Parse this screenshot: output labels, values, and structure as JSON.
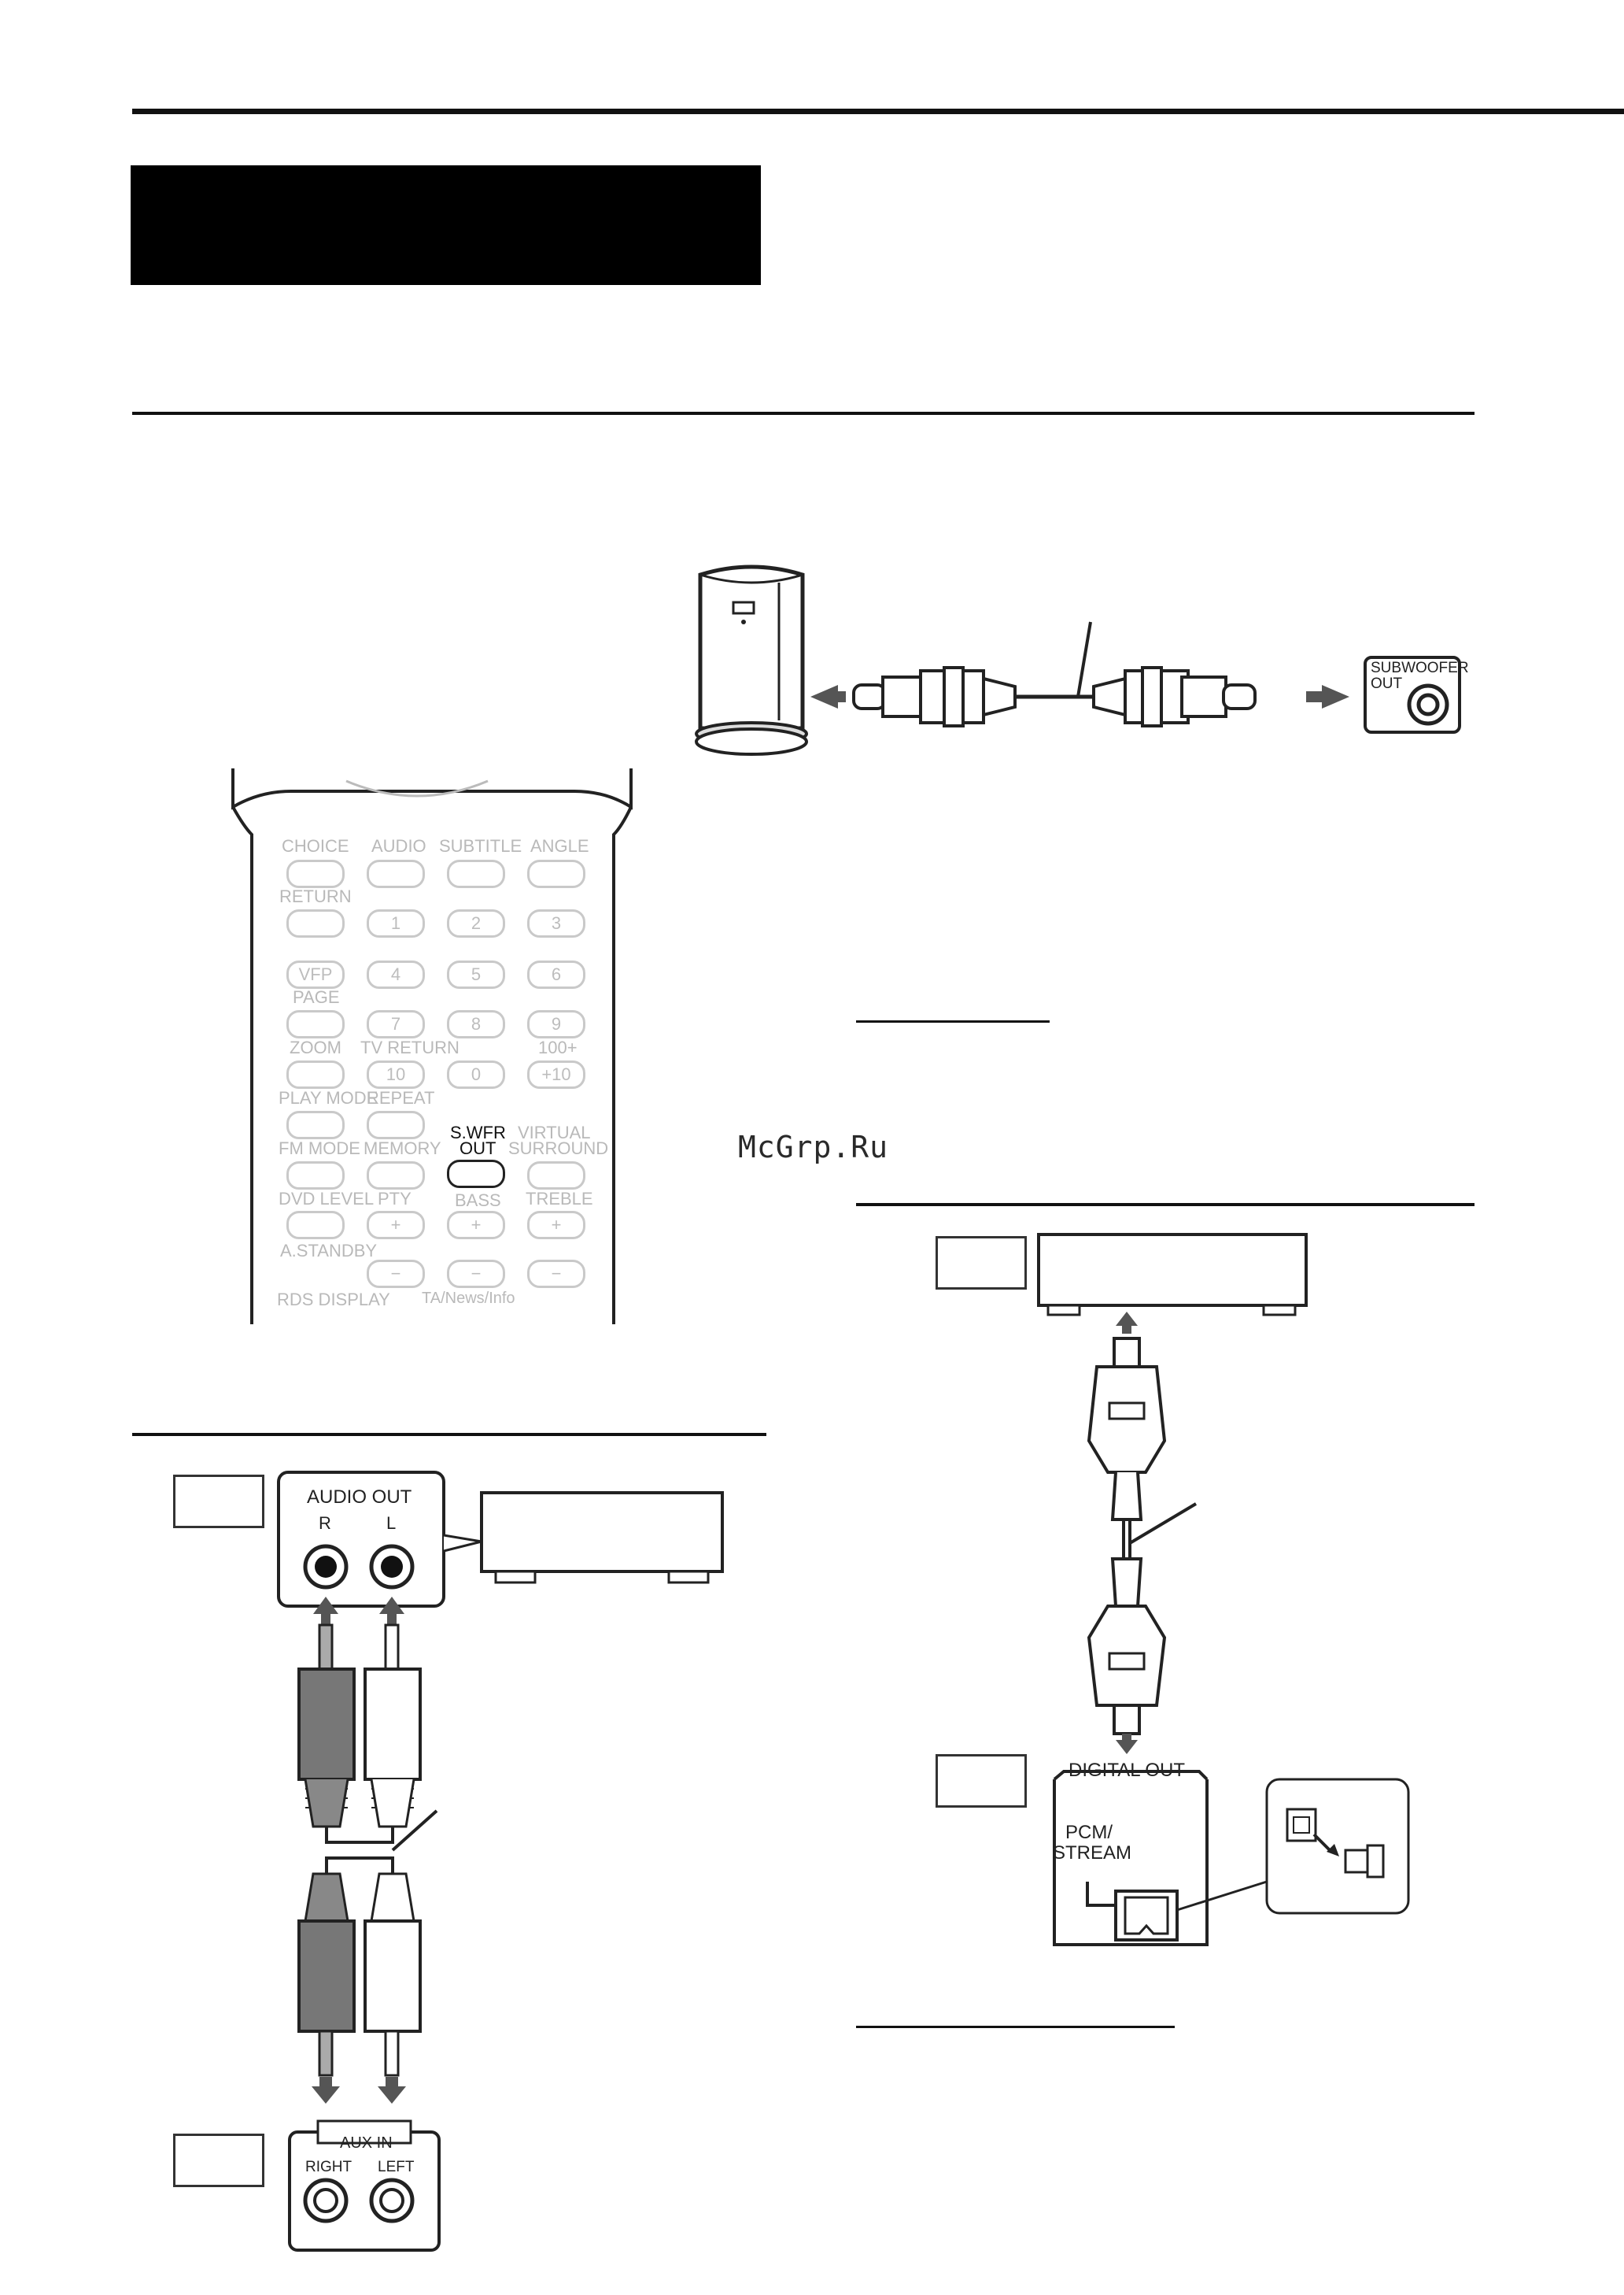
{
  "watermark": "McGrp.Ru",
  "subwoofer_diagram": {
    "jack_label_line1": "SUBWOOFER",
    "jack_label_line2": "OUT"
  },
  "remote": {
    "labels": {
      "choice": "CHOICE",
      "audio": "AUDIO",
      "subtitle": "SUBTITLE",
      "angle": "ANGLE",
      "return": "RETURN",
      "page": "PAGE",
      "zoom": "ZOOM",
      "tv_return": "TV RETURN",
      "hundred_plus": "100+",
      "play_mode": "PLAY MODE",
      "repeat": "REPEAT",
      "swfr": "S.WFR",
      "out": "OUT",
      "virtual": "VIRTUAL",
      "surround": "SURROUND",
      "fm_mode": "FM MODE",
      "memory": "MEMORY",
      "dvd_level": "DVD LEVEL",
      "pty": "PTY",
      "bass": "BASS",
      "treble": "TREBLE",
      "a_standby": "A.STANDBY",
      "rds_display": "RDS DISPLAY",
      "ta_news": "TA/News/Info"
    },
    "buttons": {
      "one": "1",
      "two": "2",
      "three": "3",
      "vfp": "VFP",
      "four": "4",
      "five": "5",
      "six": "6",
      "seven": "7",
      "eight": "8",
      "nine": "9",
      "ten": "10",
      "zero": "0",
      "plus_ten": "+10",
      "plus": "+",
      "minus": "−"
    }
  },
  "audio_out_diagram": {
    "title": "AUDIO OUT",
    "r": "R",
    "l": "L",
    "aux_in": "AUX IN",
    "right": "RIGHT",
    "left": "LEFT"
  },
  "digital_diagram": {
    "digital_out": "DIGITAL OUT",
    "pcm_line1": "PCM/",
    "pcm_line2": "STREAM"
  }
}
